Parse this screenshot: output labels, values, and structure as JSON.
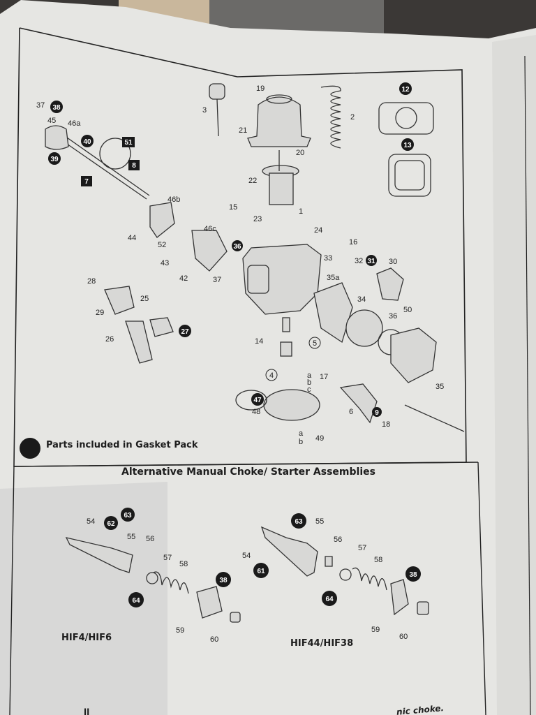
{
  "legend": {
    "text": "Parts included in Gasket Pack"
  },
  "section_title": "Alternative Manual Choke/ Starter Assemblies",
  "models": {
    "left": "HIF4/HIF6",
    "right": "HIF44/HIF38"
  },
  "footer": {
    "left_fragment": "ll",
    "right_fragment": "nic choke."
  },
  "main_callouts": [
    "37",
    "38",
    "45",
    "46a",
    "40",
    "51",
    "39",
    "8",
    "7",
    "3",
    "19",
    "2",
    "21",
    "20",
    "12",
    "13",
    "22",
    "46b",
    "15",
    "1",
    "23",
    "44",
    "52",
    "46c",
    "24",
    "16",
    "36",
    "43",
    "42",
    "37",
    "33",
    "32",
    "31",
    "30",
    "35a",
    "28",
    "25",
    "29",
    "34",
    "36",
    "50",
    "27",
    "26",
    "14",
    "5",
    "4",
    "17",
    "47",
    "48",
    "6",
    "9",
    "18",
    "35",
    "49"
  ],
  "sub_labels": {
    "a": "a",
    "b": "b",
    "c": "c"
  },
  "left_callouts": [
    "54",
    "62",
    "63",
    "55",
    "56",
    "57",
    "58",
    "38",
    "64",
    "59",
    "60"
  ],
  "right_callouts": [
    "63",
    "55",
    "54",
    "61",
    "56",
    "57",
    "58",
    "38",
    "64",
    "59",
    "60"
  ]
}
